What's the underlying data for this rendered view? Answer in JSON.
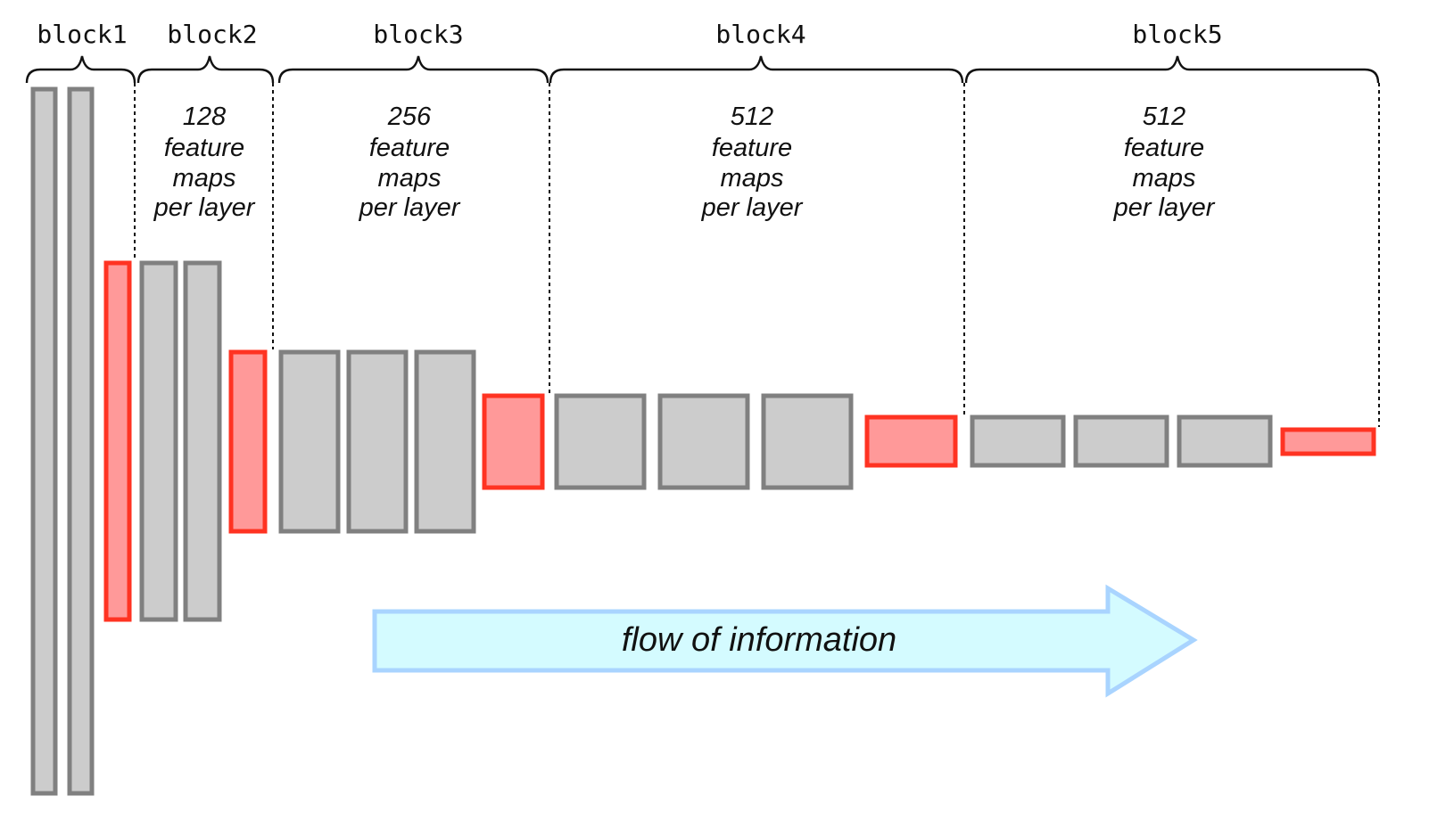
{
  "blocks": [
    {
      "label": "block1",
      "feature_maps": "",
      "unit_line1": "",
      "unit_line2": "",
      "unit_line3": ""
    },
    {
      "label": "block2",
      "feature_maps": "128",
      "unit_line1": "feature",
      "unit_line2": "maps",
      "unit_line3": "per layer"
    },
    {
      "label": "block3",
      "feature_maps": "256",
      "unit_line1": "feature",
      "unit_line2": "maps",
      "unit_line3": "per layer"
    },
    {
      "label": "block4",
      "feature_maps": "512",
      "unit_line1": "feature",
      "unit_line2": "maps",
      "unit_line3": "per layer"
    },
    {
      "label": "block5",
      "feature_maps": "512",
      "unit_line1": "feature",
      "unit_line2": "maps",
      "unit_line3": "per layer"
    }
  ],
  "layer_types": {
    "conv": {
      "fill": "#cccccc",
      "stroke": "#808080"
    },
    "pool": {
      "fill": "#ff9999",
      "stroke": "#ff3322"
    }
  },
  "flow_arrow": {
    "label": "flow of information",
    "fill": "#d4fbff",
    "stroke": "#a9d4ff"
  }
}
